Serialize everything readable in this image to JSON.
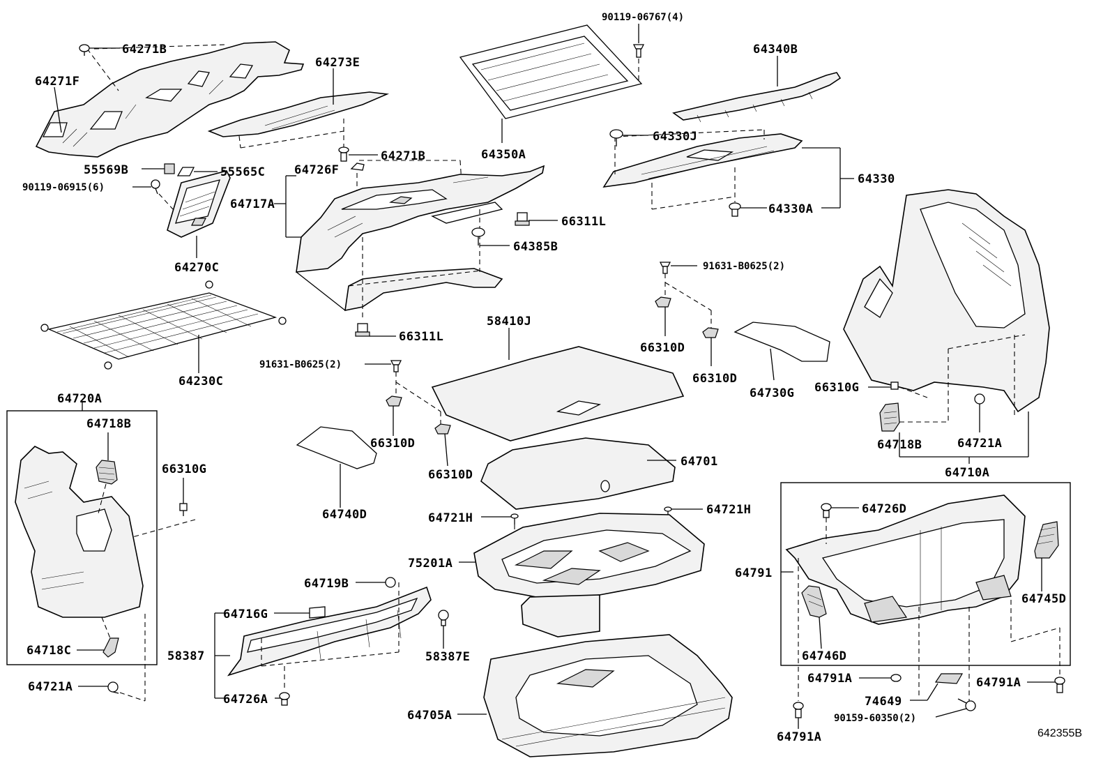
{
  "diagram": {
    "code": "642355B",
    "labels": {
      "p64271B_a": "64271B",
      "p64271F": "64271F",
      "p64273E": "64273E",
      "p64271B_b": "64271B",
      "p55569B": "55569B",
      "p55565C": "55565C",
      "p90119_06915": "90119-06915(6)",
      "p64726F": "64726F",
      "p64717A": "64717A",
      "p64270C": "64270C",
      "p66311L_a": "66311L",
      "p64385B": "64385B",
      "p66311L_b": "66311L",
      "p64230C": "64230C",
      "p90119_06767": "90119-06767(4)",
      "p64350A": "64350A",
      "p64340B": "64340B",
      "p64330J": "64330J",
      "p64330": "64330",
      "p64330A": "64330A",
      "p91631_a": "91631-B0625(2)",
      "p58410J": "58410J",
      "p91631_b": "91631-B0625(2)",
      "p66310D_a": "66310D",
      "p66310D_b": "66310D",
      "p64730G": "64730G",
      "p66310D_c": "66310D",
      "p66310D_d": "66310D",
      "p64740D": "64740D",
      "p64701": "64701",
      "p64720A": "64720A",
      "p64718B_a": "64718B",
      "p66310G_a": "66310G",
      "p64718C": "64718C",
      "p64721A_a": "64721A",
      "p64721H_a": "64721H",
      "p64721H_b": "64721H",
      "p75201A": "75201A",
      "p64719B": "64719B",
      "p64716G": "64716G",
      "p58387": "58387",
      "p58387E": "58387E",
      "p64726A": "64726A",
      "p64705A": "64705A",
      "p66310G_b": "66310G",
      "p64718B_b": "64718B",
      "p64721A_b": "64721A",
      "p64710A": "64710A",
      "p64726D": "64726D",
      "p64791": "64791",
      "p64745D": "64745D",
      "p64746D": "64746D",
      "p64791A_a": "64791A",
      "p64791A_b": "64791A",
      "p74649": "74649",
      "p90159_60350": "90159-60350(2)",
      "p64791A_c": "64791A"
    }
  }
}
